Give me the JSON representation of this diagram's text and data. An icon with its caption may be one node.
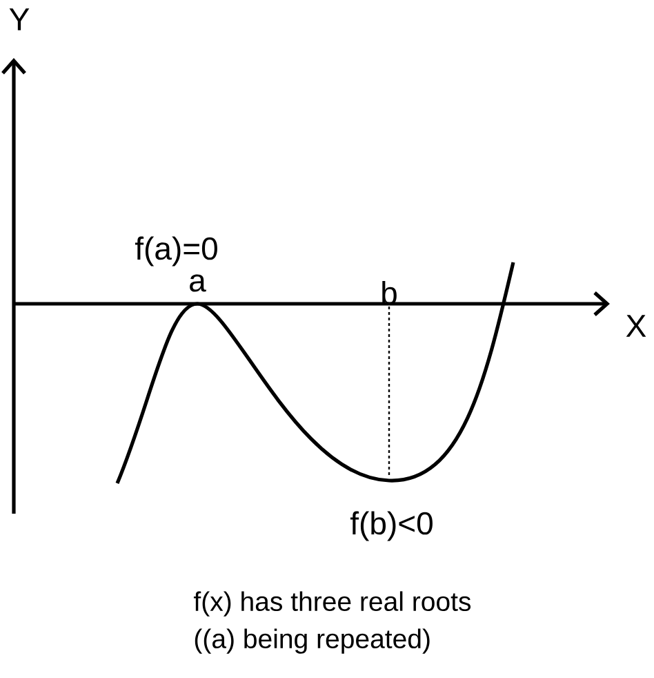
{
  "diagram": {
    "caption": "f(x) has three real roots ((a) being repeated)",
    "labels": [
      "Y",
      "f(a)=0",
      "a",
      "b",
      "X",
      "f(b)<0"
    ]
  }
}
